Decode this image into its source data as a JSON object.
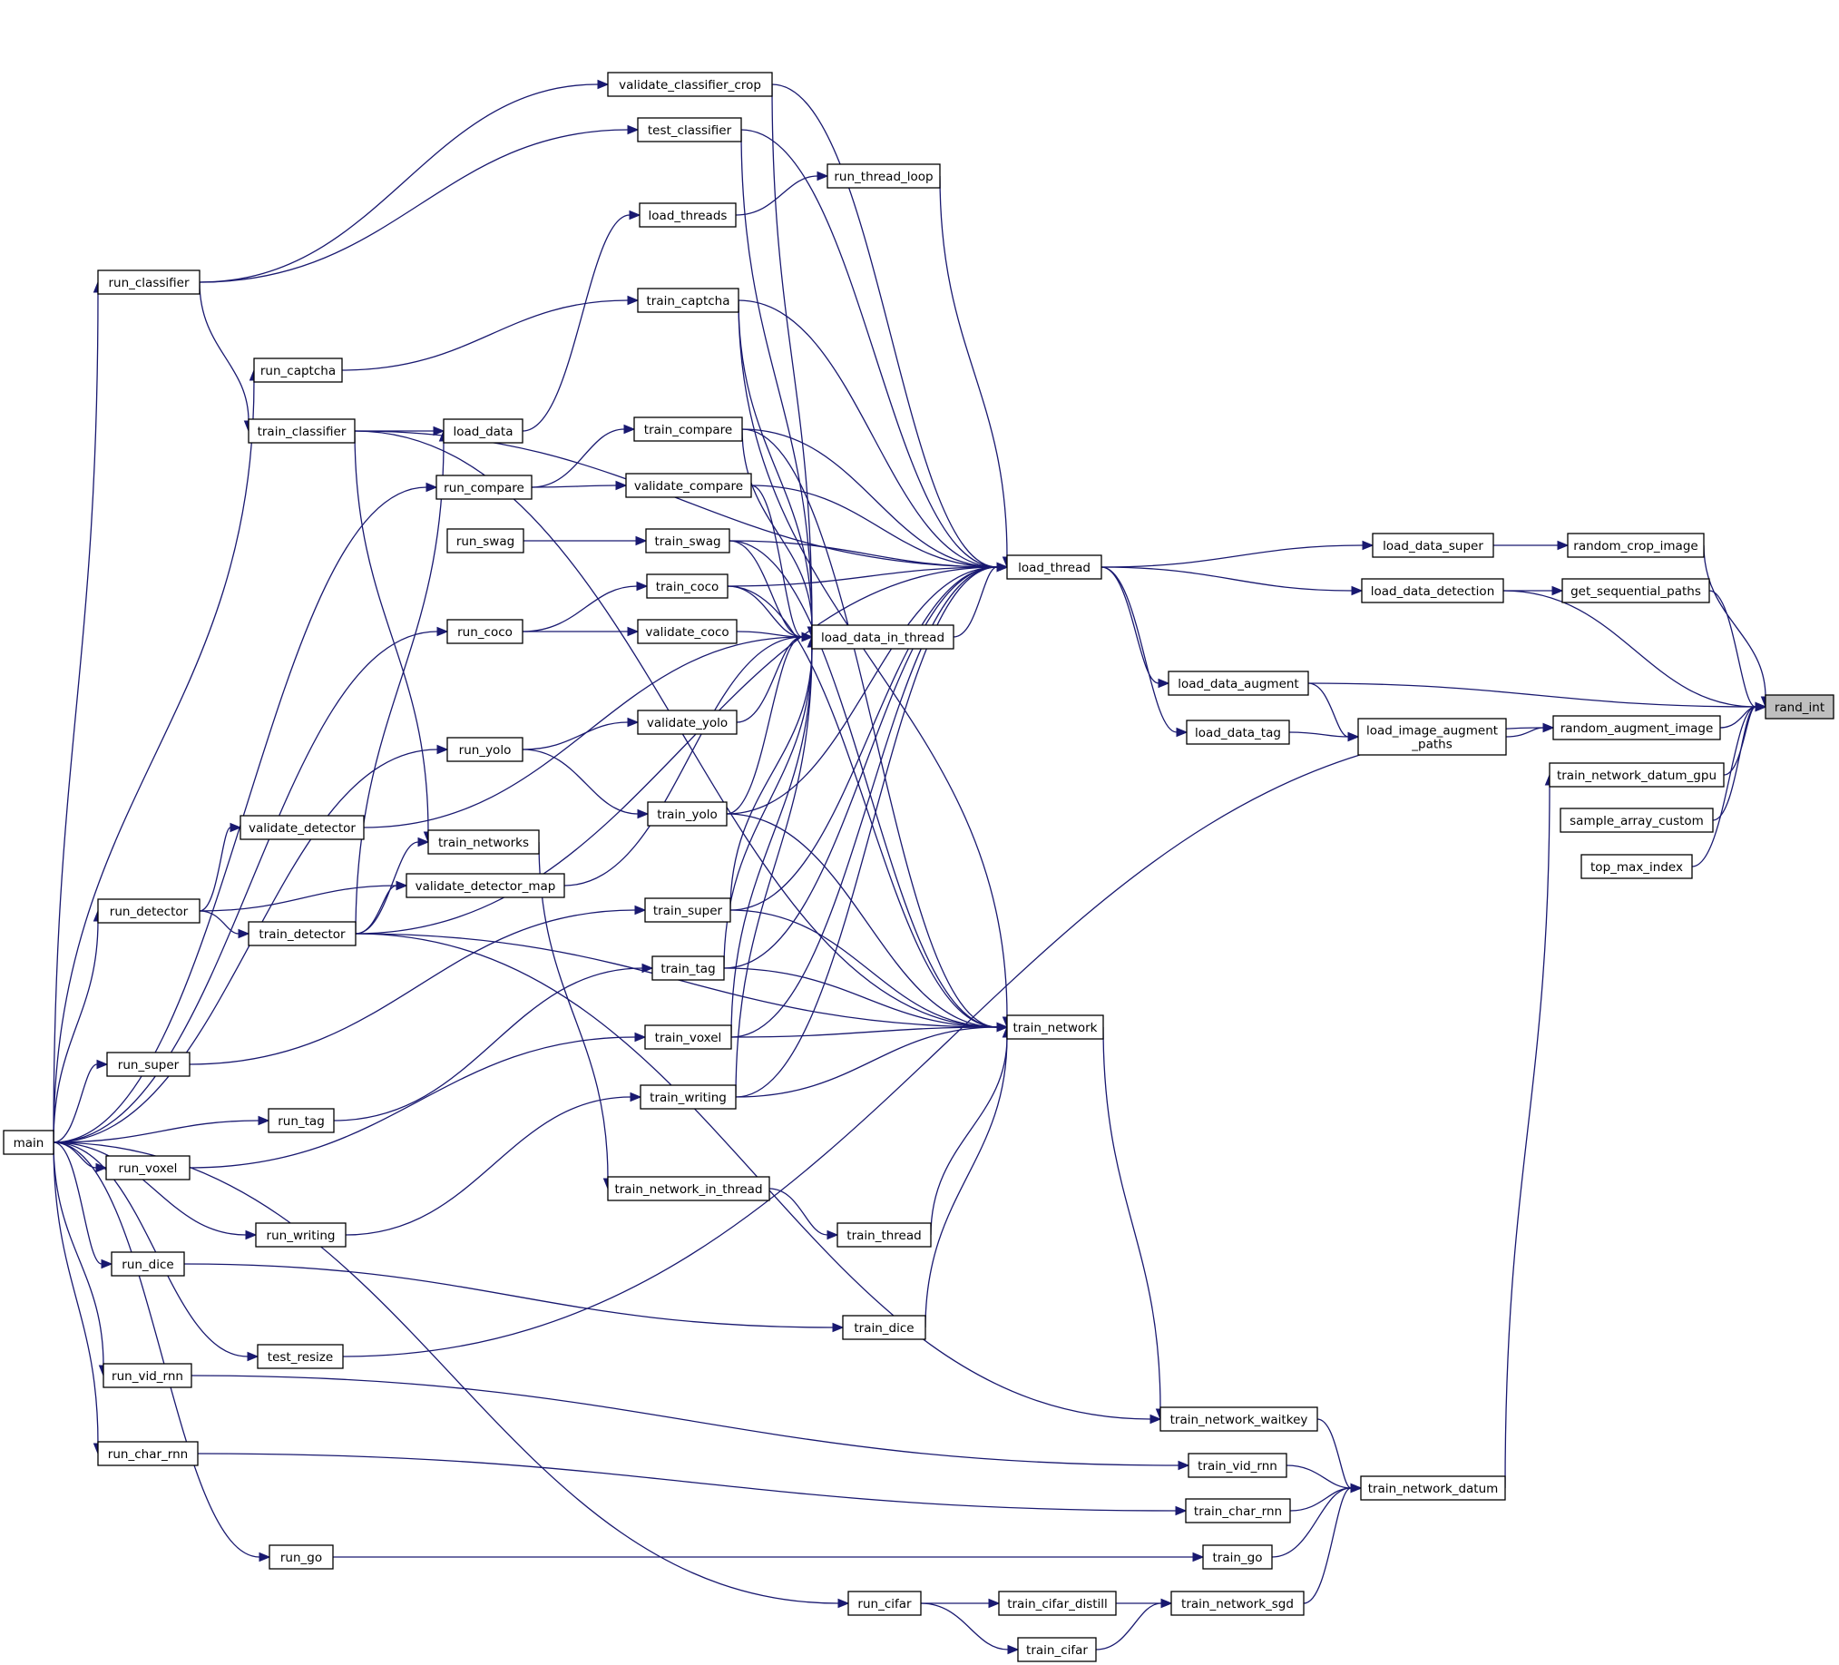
{
  "graph": {
    "edge_color": "#191970",
    "node_fill": "#ffffff",
    "focus_fill": "#bfbfbf",
    "focus_node": "rand_int",
    "nodes": {
      "rand_int": {
        "lines": [
          "rand_int"
        ]
      },
      "random_crop_image": {
        "lines": [
          "random_crop_image"
        ]
      },
      "get_sequential_paths": {
        "lines": [
          "get_sequential_paths"
        ]
      },
      "random_augment_image": {
        "lines": [
          "random_augment_image"
        ]
      },
      "train_network_datum_gpu": {
        "lines": [
          "train_network_datum_gpu"
        ]
      },
      "sample_array_custom": {
        "lines": [
          "sample_array_custom"
        ]
      },
      "top_max_index": {
        "lines": [
          "top_max_index"
        ]
      },
      "load_data_super": {
        "lines": [
          "load_data_super"
        ]
      },
      "load_data_detection": {
        "lines": [
          "load_data_detection"
        ]
      },
      "load_data_augment": {
        "lines": [
          "load_data_augment"
        ]
      },
      "load_image_augment_paths": {
        "lines": [
          "load_image_augment",
          "_paths"
        ]
      },
      "load_data_tag": {
        "lines": [
          "load_data_tag"
        ]
      },
      "train_network_datum": {
        "lines": [
          "train_network_datum"
        ]
      },
      "load_thread": {
        "lines": [
          "load_thread"
        ]
      },
      "train_network": {
        "lines": [
          "train_network"
        ]
      },
      "load_data_in_thread": {
        "lines": [
          "load_data_in_thread"
        ]
      },
      "train_network_waitkey": {
        "lines": [
          "train_network_waitkey"
        ]
      },
      "train_vid_rnn": {
        "lines": [
          "train_vid_rnn"
        ]
      },
      "train_char_rnn": {
        "lines": [
          "train_char_rnn"
        ]
      },
      "train_go": {
        "lines": [
          "train_go"
        ]
      },
      "train_network_sgd": {
        "lines": [
          "train_network_sgd"
        ]
      },
      "train_cifar_distill": {
        "lines": [
          "train_cifar_distill"
        ]
      },
      "train_cifar": {
        "lines": [
          "train_cifar"
        ]
      },
      "run_cifar": {
        "lines": [
          "run_cifar"
        ]
      },
      "validate_classifier_crop": {
        "lines": [
          "validate_classifier_crop"
        ]
      },
      "test_classifier": {
        "lines": [
          "test_classifier"
        ]
      },
      "run_thread_loop": {
        "lines": [
          "run_thread_loop"
        ]
      },
      "load_threads": {
        "lines": [
          "load_threads"
        ]
      },
      "train_captcha": {
        "lines": [
          "train_captcha"
        ]
      },
      "train_compare": {
        "lines": [
          "train_compare"
        ]
      },
      "validate_compare": {
        "lines": [
          "validate_compare"
        ]
      },
      "train_swag": {
        "lines": [
          "train_swag"
        ]
      },
      "train_coco": {
        "lines": [
          "train_coco"
        ]
      },
      "validate_coco": {
        "lines": [
          "validate_coco"
        ]
      },
      "validate_yolo": {
        "lines": [
          "validate_yolo"
        ]
      },
      "train_yolo": {
        "lines": [
          "train_yolo"
        ]
      },
      "train_super": {
        "lines": [
          "train_super"
        ]
      },
      "train_tag": {
        "lines": [
          "train_tag"
        ]
      },
      "train_voxel": {
        "lines": [
          "train_voxel"
        ]
      },
      "train_writing": {
        "lines": [
          "train_writing"
        ]
      },
      "train_network_in_thread": {
        "lines": [
          "train_network_in_thread"
        ]
      },
      "train_thread": {
        "lines": [
          "train_thread"
        ]
      },
      "train_dice": {
        "lines": [
          "train_dice"
        ]
      },
      "run_classifier": {
        "lines": [
          "run_classifier"
        ]
      },
      "run_captcha": {
        "lines": [
          "run_captcha"
        ]
      },
      "train_classifier": {
        "lines": [
          "train_classifier"
        ]
      },
      "load_data": {
        "lines": [
          "load_data"
        ]
      },
      "run_compare": {
        "lines": [
          "run_compare"
        ]
      },
      "run_swag": {
        "lines": [
          "run_swag"
        ]
      },
      "run_coco": {
        "lines": [
          "run_coco"
        ]
      },
      "run_yolo": {
        "lines": [
          "run_yolo"
        ]
      },
      "validate_detector": {
        "lines": [
          "validate_detector"
        ]
      },
      "train_networks": {
        "lines": [
          "train_networks"
        ]
      },
      "validate_detector_map": {
        "lines": [
          "validate_detector_map"
        ]
      },
      "run_detector": {
        "lines": [
          "run_detector"
        ]
      },
      "train_detector": {
        "lines": [
          "train_detector"
        ]
      },
      "run_super": {
        "lines": [
          "run_super"
        ]
      },
      "run_tag": {
        "lines": [
          "run_tag"
        ]
      },
      "run_voxel": {
        "lines": [
          "run_voxel"
        ]
      },
      "run_writing": {
        "lines": [
          "run_writing"
        ]
      },
      "run_dice": {
        "lines": [
          "run_dice"
        ]
      },
      "test_resize": {
        "lines": [
          "test_resize"
        ]
      },
      "run_vid_rnn": {
        "lines": [
          "run_vid_rnn"
        ]
      },
      "run_char_rnn": {
        "lines": [
          "run_char_rnn"
        ]
      },
      "run_go": {
        "lines": [
          "run_go"
        ]
      },
      "main": {
        "lines": [
          "main"
        ]
      }
    },
    "edges": [
      [
        "random_crop_image",
        "rand_int"
      ],
      [
        "get_sequential_paths",
        "rand_int"
      ],
      [
        "load_data_detection",
        "rand_int"
      ],
      [
        "load_data_augment",
        "rand_int"
      ],
      [
        "random_augment_image",
        "rand_int"
      ],
      [
        "train_network_datum_gpu",
        "rand_int"
      ],
      [
        "sample_array_custom",
        "rand_int"
      ],
      [
        "top_max_index",
        "rand_int"
      ],
      [
        "load_data_super",
        "random_crop_image"
      ],
      [
        "load_data_detection",
        "get_sequential_paths"
      ],
      [
        "load_image_augment_paths",
        "random_augment_image"
      ],
      [
        "test_resize",
        "random_augment_image"
      ],
      [
        "train_network_datum",
        "train_network_datum_gpu"
      ],
      [
        "load_thread",
        "load_data_super"
      ],
      [
        "load_thread",
        "load_data_detection"
      ],
      [
        "load_thread",
        "load_data_augment"
      ],
      [
        "load_thread",
        "load_data_tag"
      ],
      [
        "load_data_augment",
        "load_image_augment_paths"
      ],
      [
        "load_data_tag",
        "load_image_augment_paths"
      ],
      [
        "load_data_in_thread",
        "load_thread"
      ],
      [
        "validate_classifier_crop",
        "load_thread"
      ],
      [
        "test_classifier",
        "load_thread"
      ],
      [
        "run_thread_loop",
        "load_thread"
      ],
      [
        "train_captcha",
        "load_thread"
      ],
      [
        "train_compare",
        "load_thread"
      ],
      [
        "validate_compare",
        "load_thread"
      ],
      [
        "train_swag",
        "load_thread"
      ],
      [
        "train_coco",
        "load_thread"
      ],
      [
        "train_yolo",
        "load_thread"
      ],
      [
        "train_super",
        "load_thread"
      ],
      [
        "train_tag",
        "load_thread"
      ],
      [
        "train_voxel",
        "load_thread"
      ],
      [
        "train_writing",
        "load_thread"
      ],
      [
        "train_detector",
        "load_thread"
      ],
      [
        "train_classifier",
        "load_thread"
      ],
      [
        "validate_classifier_crop",
        "load_data_in_thread"
      ],
      [
        "test_classifier",
        "load_data_in_thread"
      ],
      [
        "train_captcha",
        "load_data_in_thread"
      ],
      [
        "train_compare",
        "load_data_in_thread"
      ],
      [
        "validate_compare",
        "load_data_in_thread"
      ],
      [
        "train_swag",
        "load_data_in_thread"
      ],
      [
        "train_coco",
        "load_data_in_thread"
      ],
      [
        "validate_coco",
        "load_data_in_thread"
      ],
      [
        "validate_yolo",
        "load_data_in_thread"
      ],
      [
        "train_yolo",
        "load_data_in_thread"
      ],
      [
        "train_super",
        "load_data_in_thread"
      ],
      [
        "train_tag",
        "load_data_in_thread"
      ],
      [
        "train_voxel",
        "load_data_in_thread"
      ],
      [
        "train_writing",
        "load_data_in_thread"
      ],
      [
        "validate_detector",
        "load_data_in_thread"
      ],
      [
        "validate_detector_map",
        "load_data_in_thread"
      ],
      [
        "load_threads",
        "run_thread_loop"
      ],
      [
        "load_data",
        "load_threads"
      ],
      [
        "train_classifier",
        "load_data"
      ],
      [
        "train_detector",
        "load_data"
      ],
      [
        "run_classifier",
        "validate_classifier_crop"
      ],
      [
        "run_classifier",
        "test_classifier"
      ],
      [
        "run_classifier",
        "train_classifier"
      ],
      [
        "run_captcha",
        "train_captcha"
      ],
      [
        "run_compare",
        "train_compare"
      ],
      [
        "run_compare",
        "validate_compare"
      ],
      [
        "run_swag",
        "train_swag"
      ],
      [
        "run_coco",
        "train_coco"
      ],
      [
        "run_coco",
        "validate_coco"
      ],
      [
        "run_yolo",
        "validate_yolo"
      ],
      [
        "run_yolo",
        "train_yolo"
      ],
      [
        "run_super",
        "train_super"
      ],
      [
        "run_tag",
        "train_tag"
      ],
      [
        "run_voxel",
        "train_voxel"
      ],
      [
        "run_writing",
        "train_writing"
      ],
      [
        "run_dice",
        "train_dice"
      ],
      [
        "train_captcha",
        "train_network"
      ],
      [
        "train_compare",
        "train_network"
      ],
      [
        "train_swag",
        "train_network"
      ],
      [
        "train_coco",
        "train_network"
      ],
      [
        "train_yolo",
        "train_network"
      ],
      [
        "train_super",
        "train_network"
      ],
      [
        "train_tag",
        "train_network"
      ],
      [
        "train_voxel",
        "train_network"
      ],
      [
        "train_writing",
        "train_network"
      ],
      [
        "train_thread",
        "train_network"
      ],
      [
        "train_dice",
        "train_network"
      ],
      [
        "train_classifier",
        "train_network"
      ],
      [
        "train_detector",
        "train_network"
      ],
      [
        "train_network_in_thread",
        "train_thread"
      ],
      [
        "train_networks",
        "train_network_in_thread"
      ],
      [
        "train_detector",
        "train_networks"
      ],
      [
        "train_classifier",
        "train_networks"
      ],
      [
        "run_detector",
        "validate_detector"
      ],
      [
        "run_detector",
        "validate_detector_map"
      ],
      [
        "run_detector",
        "train_detector"
      ],
      [
        "train_detector",
        "validate_detector_map"
      ],
      [
        "train_network",
        "train_network_waitkey"
      ],
      [
        "train_detector",
        "train_network_waitkey"
      ],
      [
        "train_network_waitkey",
        "train_network_datum"
      ],
      [
        "train_vid_rnn",
        "train_network_datum"
      ],
      [
        "train_char_rnn",
        "train_network_datum"
      ],
      [
        "train_go",
        "train_network_datum"
      ],
      [
        "train_network_sgd",
        "train_network_datum"
      ],
      [
        "run_vid_rnn",
        "train_vid_rnn"
      ],
      [
        "run_char_rnn",
        "train_char_rnn"
      ],
      [
        "run_go",
        "train_go"
      ],
      [
        "train_cifar_distill",
        "train_network_sgd"
      ],
      [
        "train_cifar",
        "train_network_sgd"
      ],
      [
        "run_cifar",
        "train_cifar_distill"
      ],
      [
        "run_cifar",
        "train_cifar"
      ],
      [
        "main",
        "run_classifier"
      ],
      [
        "main",
        "run_captcha"
      ],
      [
        "main",
        "run_compare"
      ],
      [
        "main",
        "run_coco"
      ],
      [
        "main",
        "run_yolo"
      ],
      [
        "main",
        "run_detector"
      ],
      [
        "main",
        "run_super"
      ],
      [
        "main",
        "run_tag"
      ],
      [
        "main",
        "run_voxel"
      ],
      [
        "main",
        "run_writing"
      ],
      [
        "main",
        "run_dice"
      ],
      [
        "main",
        "test_resize"
      ],
      [
        "main",
        "run_vid_rnn"
      ],
      [
        "main",
        "run_char_rnn"
      ],
      [
        "main",
        "run_go"
      ],
      [
        "main",
        "run_cifar"
      ]
    ]
  }
}
